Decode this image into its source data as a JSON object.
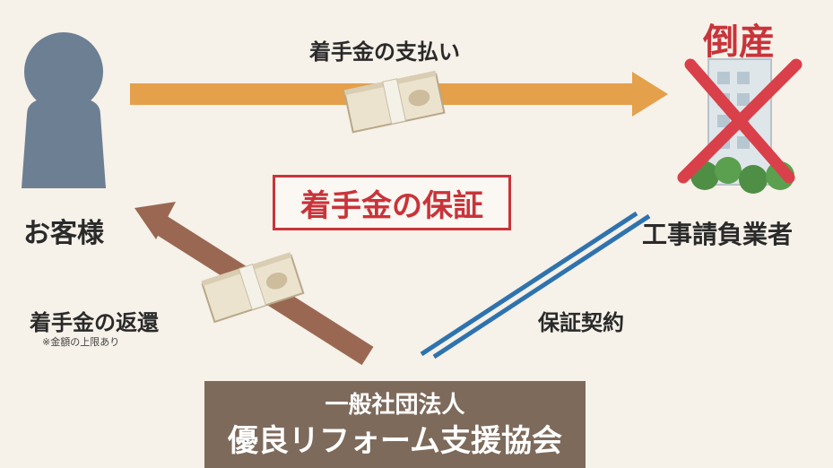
{
  "labels": {
    "payment": "着手金の支払い",
    "customer": "お客様",
    "bankruptcy": "倒産",
    "contractor": "工事請負業者",
    "guarantee": "着手金の保証",
    "refund": "着手金の返還",
    "refund_note": "※金額の上限あり",
    "guarantee_contract": "保証契約"
  },
  "association": {
    "subtitle": "一般社団法人",
    "name": "優良リフォーム支援協会"
  },
  "colors": {
    "payment_arrow": "#e4a04b",
    "refund_arrow": "#9a6852",
    "guarantee_line": "#2e73ae",
    "accent_red": "#c8343a",
    "association_bg": "#7d6a5b",
    "person": "#6d7f93"
  },
  "icons": {
    "customer": "person-icon",
    "contractor": "building-icon",
    "bankruptcy": "red-x-icon",
    "payment_money": "banknote-bundle-icon",
    "refund_money": "banknote-bundle-icon"
  }
}
